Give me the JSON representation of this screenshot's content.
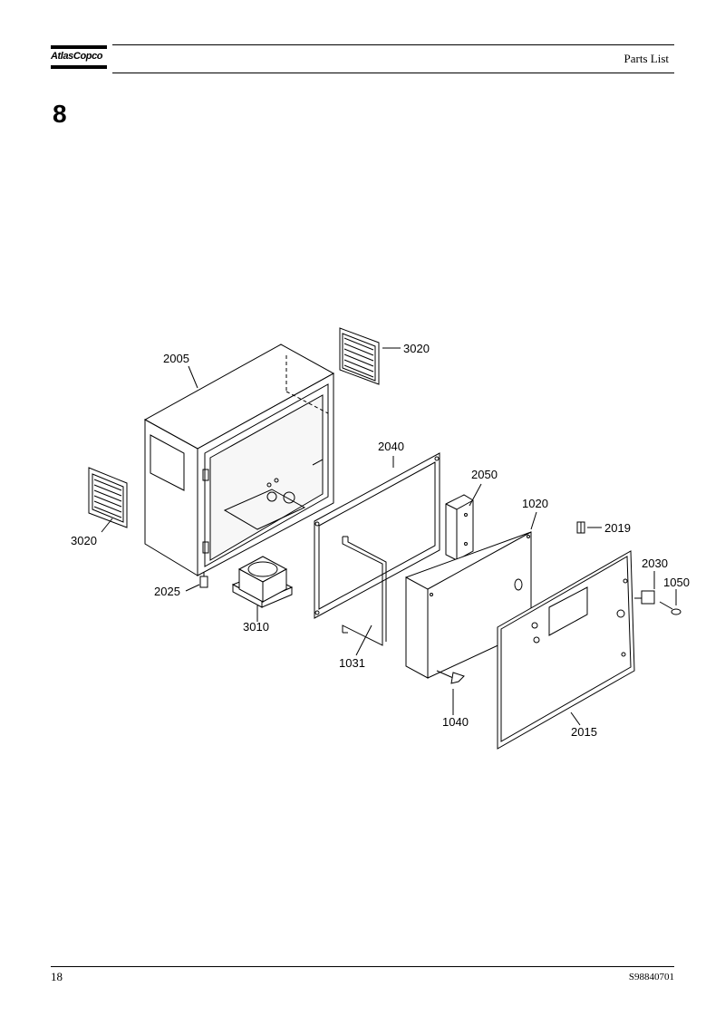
{
  "header": {
    "brand": "AtlasCopco",
    "title": "Parts List"
  },
  "section_number": "8",
  "diagram": {
    "callouts": [
      "2005",
      "3020",
      "3020",
      "2040",
      "2050",
      "1020",
      "2019",
      "2030",
      "1050",
      "2025",
      "3010",
      "1031",
      "1040",
      "2015"
    ]
  },
  "footer": {
    "page_number": "18",
    "doc_number": "S98840701"
  }
}
